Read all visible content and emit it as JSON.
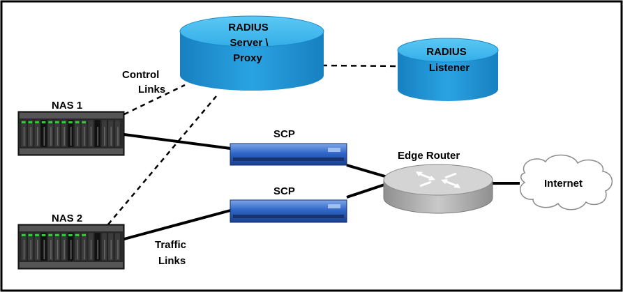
{
  "diagram": {
    "radius_server": {
      "line1": "RADIUS",
      "line2": "Server \\",
      "line3": "Proxy"
    },
    "radius_listener": {
      "line1": "RADIUS",
      "line2": "Listener"
    },
    "control_links": {
      "line1": "Control",
      "line2": "Links"
    },
    "traffic_links": {
      "line1": "Traffic",
      "line2": "Links"
    },
    "nas1": "NAS 1",
    "nas2": "NAS 2",
    "scp_top": "SCP",
    "scp_bottom": "SCP",
    "edge_router": "Edge Router",
    "internet": "Internet"
  },
  "colors": {
    "cylinder_top": "#3fb6ec",
    "cylinder_side": "#1f8fd0",
    "router_body": "#b8b8b8",
    "scp_body": "#2a5fc4",
    "rack": "#222222",
    "indicator": "#37c837"
  }
}
